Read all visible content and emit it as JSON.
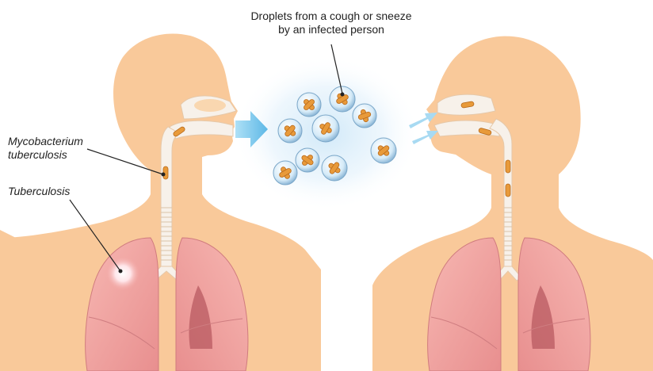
{
  "labels": {
    "droplets_line1": "Droplets from a cough or sneeze",
    "droplets_line2": "by an infected person",
    "myco_line1": "Mycobacterium",
    "myco_line2": "tuberculosis",
    "tuberculosis": "Tuberculosis"
  },
  "colors": {
    "skin": "#f9c99a",
    "skin_inner": "#fbd9b5",
    "lung": "#f2a3a0",
    "lung_dark": "#b85a60",
    "airway": "#f7f1ea",
    "bacterium": "#e89a3a",
    "droplet": "#c8e3f7",
    "arrow": "#7fc7ea",
    "text": "#222222"
  },
  "icons": {
    "infected_person": "person-silhouette-icon",
    "healthy_person": "person-silhouette-icon",
    "transmission_arrow": "right-arrow-icon",
    "inhalation": "airflow-arrows-icon",
    "droplet": "droplet-bubble-icon",
    "infection_spot": "glow-spot-icon"
  }
}
